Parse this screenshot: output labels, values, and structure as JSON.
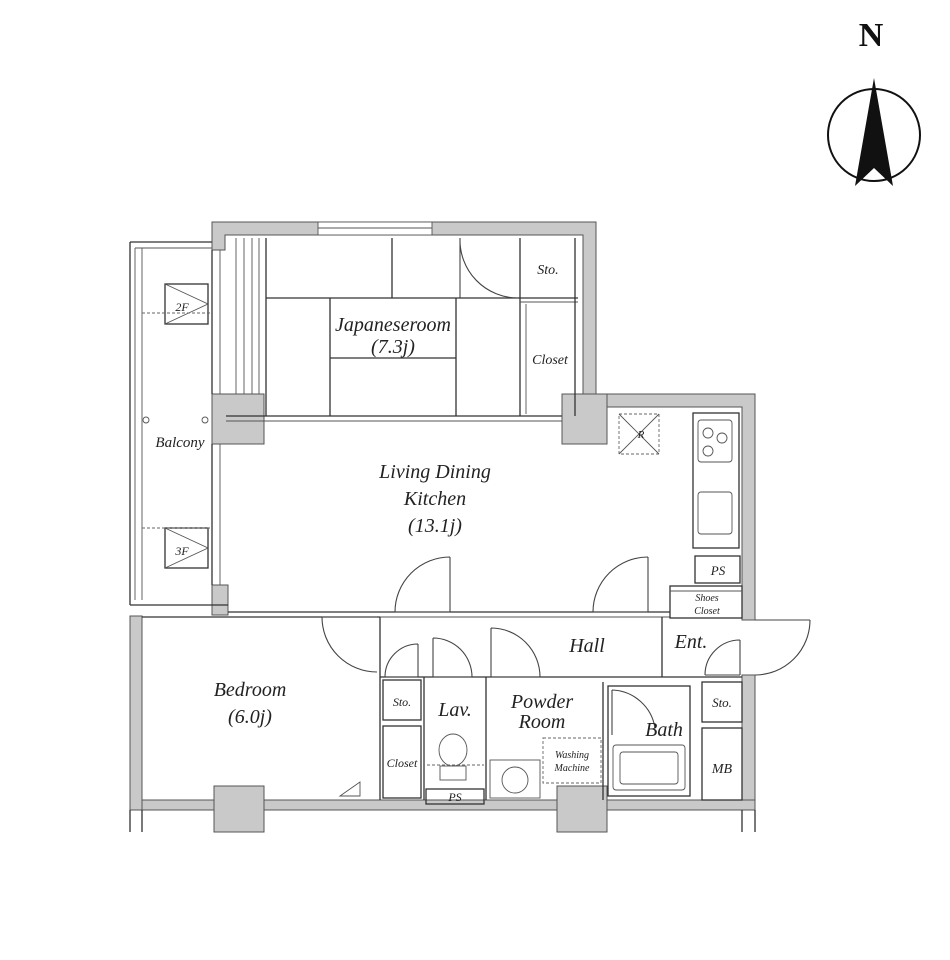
{
  "compass": {
    "label": "N"
  },
  "rooms": {
    "japanese_room": {
      "name": "Japaneseroom",
      "size": "(7.3j)"
    },
    "living": {
      "line1": "Living Dining",
      "line2": "Kitchen",
      "size": "(13.1j)"
    },
    "bedroom": {
      "name": "Bedroom",
      "size": "(6.0j)"
    },
    "balcony": "Balcony",
    "hall": "Hall",
    "entrance": "Ent.",
    "lavatory": "Lav.",
    "powder_room": {
      "line1": "Powder",
      "line2": "Room"
    },
    "bath": "Bath"
  },
  "storage": {
    "sto_japanese": "Sto.",
    "closet_japanese": "Closet",
    "sto_bedroom": "Sto.",
    "closet_bedroom": "Closet",
    "sto_entrance": "Sto.",
    "shoes_closet": {
      "line1": "Shoes",
      "line2": "Closet"
    }
  },
  "fixtures": {
    "ps_kitchen": "PS",
    "ps_lav": "PS",
    "mb": "MB",
    "washing_machine": {
      "line1": "Washing",
      "line2": "Machine"
    },
    "refrigerator": "R"
  },
  "balcony_markers": {
    "upper": "2F",
    "lower": "3F"
  }
}
